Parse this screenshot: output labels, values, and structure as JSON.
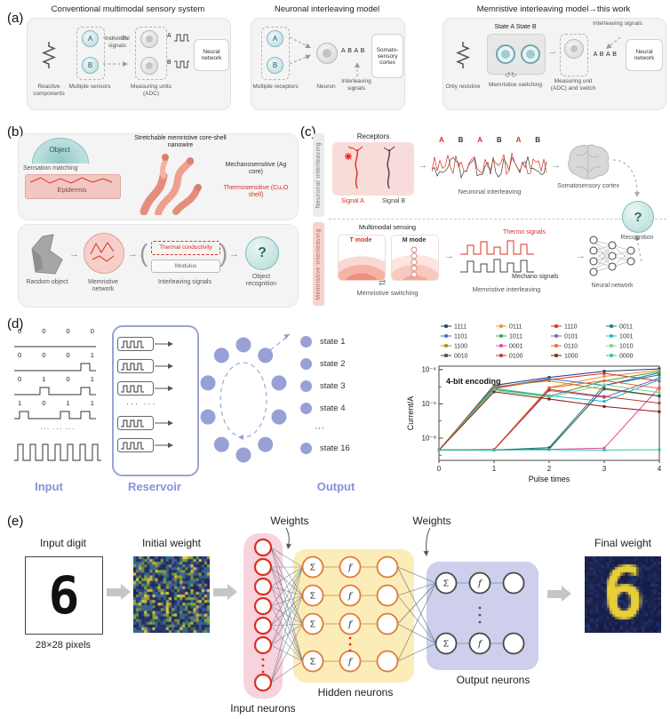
{
  "icons": {
    "arrow": "→",
    "cycle": "↺↻",
    "swap": "⇄",
    "paren_l": "(",
    "paren_r": ")",
    "dots3": "···  ···"
  },
  "a": {
    "label": "(a)",
    "box1": {
      "title": "Conventional multimodal sensory system",
      "sensor_a": "A",
      "sensor_b": "B",
      "individual_signals": "Individual signals",
      "sig_a": "A",
      "sig_b": "B",
      "neural_network": "Neural network",
      "cap_reactive": "Reactive components",
      "cap_sensors": "Multiple sensors",
      "cap_adc": "Measuring units (ADC)"
    },
    "box2": {
      "title": "Neuronal interleaving model",
      "receptor_a": "A",
      "receptor_b": "B",
      "abab": "A B A B",
      "cortex": "Somato-sensory cortex",
      "cap_receptors": "Multiple receptors",
      "cap_neuron": "Neuron",
      "cap_interleaving": "Interleaving signals"
    },
    "box3": {
      "title": "Memristive interleaving model→this work",
      "state_label": "State A State B",
      "interleaving_signals": "Interleaving signals",
      "abab": "A B A B",
      "neural_network": "Neural network",
      "cap_resistive": "Only resistive",
      "cap_switching": "Memristive switching",
      "cap_measuring": "Measuring unit (ADC) and switch"
    }
  },
  "b": {
    "label": "(b)",
    "object": "Object",
    "sensation_matching": "Sensation matching",
    "epidermis": "Epidermis",
    "nanowire_caption": "Stretchable memristive core-shell nanowire",
    "mechanosensitive": "Mechanosensitive (Ag core)",
    "thermosensitive": "Thermosensitive (Cu₂O shell)",
    "random_object": "Random object",
    "memristive_network": "Memristive network",
    "thermal_conductivity": "Thermal conductivity",
    "modulus": "Modulus",
    "interleaving_signals": "Interleaving signals",
    "question_mark": "?",
    "object_recognition": "Object recognition"
  },
  "c": {
    "label": "(c)",
    "side_top": "Neuronal interleaving",
    "side_bottom": "Memristive interleaving",
    "receptors": "Receptors",
    "signal_a": "Signal A",
    "signal_b": "Signal B",
    "wave_letters": [
      "A",
      "B",
      "A",
      "B",
      "A",
      "B"
    ],
    "neuronal_interleaving": "Neuronal interleaving",
    "somatosensory_cortex": "Somatosensory cortex",
    "question_mark": "?",
    "recognition": "Recognition",
    "multimodal_sensing": "Multimodal sensing",
    "t_mode": "T mode",
    "m_mode": "M mode",
    "memristive_switching": "Memristive switching",
    "thermo_signals": "Thermo signals",
    "mechano_signals": "Mechano signals",
    "memristive_interleaving": "Memristive interleaving",
    "neural_network": "Neural network"
  },
  "d": {
    "label": "(d)",
    "pulse_rows": [
      [
        0,
        0,
        0,
        0
      ],
      [
        0,
        0,
        0,
        1
      ],
      [
        0,
        1,
        0,
        1
      ],
      [
        1,
        0,
        1,
        1
      ]
    ],
    "ellipsis": "···  ···  ···",
    "input_label": "Input",
    "reservoir_label": "Reservoir",
    "output_label": "Output",
    "states": [
      "state 1",
      "state 2",
      "state 3",
      "state 4",
      "···",
      "state 16"
    ]
  },
  "chart_data": {
    "type": "line",
    "title": "4-bit encoding",
    "xlabel": "Pulse times",
    "ylabel": "Current/A",
    "x": [
      0,
      1,
      2,
      3,
      4
    ],
    "yscale": "log",
    "ylim": [
      1e-09,
      0.0002
    ],
    "ytick_labels": [
      "10⁻⁴",
      "10⁻⁶",
      "10⁻⁸"
    ],
    "ytick_exponents": [
      -4,
      -6,
      -8
    ],
    "legend_position": "top",
    "series": [
      {
        "name": "1111",
        "color": "#23356b",
        "values": [
          2e-09,
          1.2e-05,
          3.5e-05,
          8e-05,
          0.00011
        ]
      },
      {
        "name": "0111",
        "color": "#f28e2b",
        "values": [
          2e-09,
          2.2e-09,
          9e-06,
          4e-05,
          9e-05
        ]
      },
      {
        "name": "1110",
        "color": "#e4281e",
        "values": [
          2e-09,
          8e-06,
          2.6e-05,
          6e-05,
          2.2e-05
        ]
      },
      {
        "name": "0011",
        "color": "#1b7b6f",
        "values": [
          2e-09,
          2e-09,
          2.8e-09,
          1.2e-05,
          5e-05
        ]
      },
      {
        "name": "1101",
        "color": "#3a6fc4",
        "values": [
          2e-09,
          9e-06,
          2.9e-05,
          1.2e-05,
          6.5e-05
        ]
      },
      {
        "name": "1011",
        "color": "#41a344",
        "values": [
          2e-09,
          7e-06,
          2.8e-06,
          2.2e-05,
          7.5e-05
        ]
      },
      {
        "name": "0101",
        "color": "#8e5bbd",
        "values": [
          2e-09,
          2.1e-09,
          6e-06,
          2.4e-06,
          3.2e-05
        ]
      },
      {
        "name": "1001",
        "color": "#1fb9c9",
        "values": [
          2e-09,
          8e-06,
          3e-06,
          1.4e-06,
          2.6e-05
        ]
      },
      {
        "name": "1100",
        "color": "#b0881f",
        "values": [
          2e-09,
          1e-05,
          2.2e-05,
          7e-06,
          2.8e-06
        ]
      },
      {
        "name": "0001",
        "color": "#e24a9e",
        "values": [
          2e-09,
          2e-09,
          2.2e-09,
          2.6e-09,
          9e-06
        ]
      },
      {
        "name": "0110",
        "color": "#f2622b",
        "values": [
          2e-09,
          2.1e-09,
          8.5e-06,
          2.3e-05,
          8e-06
        ]
      },
      {
        "name": "1010",
        "color": "#79d68a",
        "values": [
          2e-09,
          6e-06,
          2.4e-06,
          1.3e-05,
          4.5e-06
        ]
      },
      {
        "name": "0010",
        "color": "#2f4a5e",
        "values": [
          2e-09,
          2e-09,
          2.3e-09,
          8e-06,
          2.9e-06
        ]
      },
      {
        "name": "0100",
        "color": "#c23b2e",
        "values": [
          2e-09,
          2.1e-09,
          7e-06,
          2.7e-06,
          1.1e-06
        ]
      },
      {
        "name": "1000",
        "color": "#8c1a14",
        "values": [
          2e-09,
          5e-06,
          1.9e-06,
          7e-07,
          3.5e-07
        ]
      },
      {
        "name": "0000",
        "color": "#2bc4a8",
        "values": [
          2e-09,
          2e-09,
          2.1e-09,
          2e-09,
          2.1e-09
        ]
      }
    ]
  },
  "e": {
    "label": "(e)",
    "input_digit": "Input digit",
    "digit": "6",
    "pixels": "28×28 pixels",
    "initial_weight": "Initial weight",
    "weights_left": "Weights",
    "weights_right": "Weights",
    "sigma": "Σ",
    "f": "f",
    "input_neurons": "Input neurons",
    "hidden_neurons": "Hidden neurons",
    "output_neurons": "Output neurons",
    "final_weight": "Final weight"
  }
}
